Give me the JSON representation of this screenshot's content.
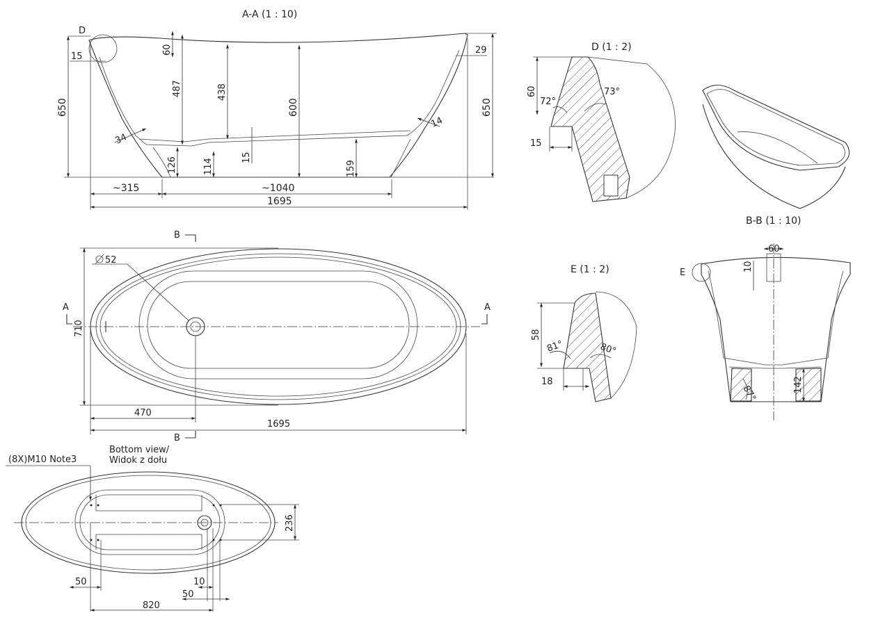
{
  "colors": {
    "line": "#333333",
    "text": "#222222",
    "background": "#ffffff"
  },
  "views": {
    "section_aa": {
      "title": "A-A  (1 : 10)",
      "detail_marker": "D",
      "dims": {
        "rim_left": "60",
        "wall_offset": "15",
        "height_left": "650",
        "height_right": "650",
        "d487": "487",
        "d438": "438",
        "d600": "600",
        "rim_right": "29",
        "angle34": "34",
        "d14": "14",
        "d15": "15",
        "d126": "126",
        "d114": "114",
        "d159": "159",
        "len315": "~315",
        "len1040": "~1040",
        "total": "1695"
      }
    },
    "detail_d": {
      "title": "D  (1 : 2)",
      "dims": {
        "height": "60",
        "angle_left": "72°",
        "angle_right": "73°",
        "width": "15"
      }
    },
    "top_view": {
      "section_b": "B",
      "section_a": "A",
      "dims": {
        "drain": "52",
        "width": "710",
        "drain_pos": "470",
        "length": "1695"
      }
    },
    "detail_e": {
      "title": "E  (1 : 2)",
      "dims": {
        "height": "58",
        "angle_left": "81°",
        "angle_right": "80°",
        "width": "18"
      }
    },
    "section_bb": {
      "title": "B-B  (1 : 10)",
      "detail_marker": "E",
      "dims": {
        "top": "60",
        "d10": "10",
        "angle": "87°",
        "d142": "142"
      }
    },
    "bottom_view": {
      "caption_line1": "Bottom view/",
      "caption_line2": "Widok z dołu",
      "note": "(8X)M10 Note3",
      "dims": {
        "d236": "236",
        "d50a": "50",
        "d10": "10",
        "d50b": "50",
        "d820": "820"
      }
    }
  }
}
